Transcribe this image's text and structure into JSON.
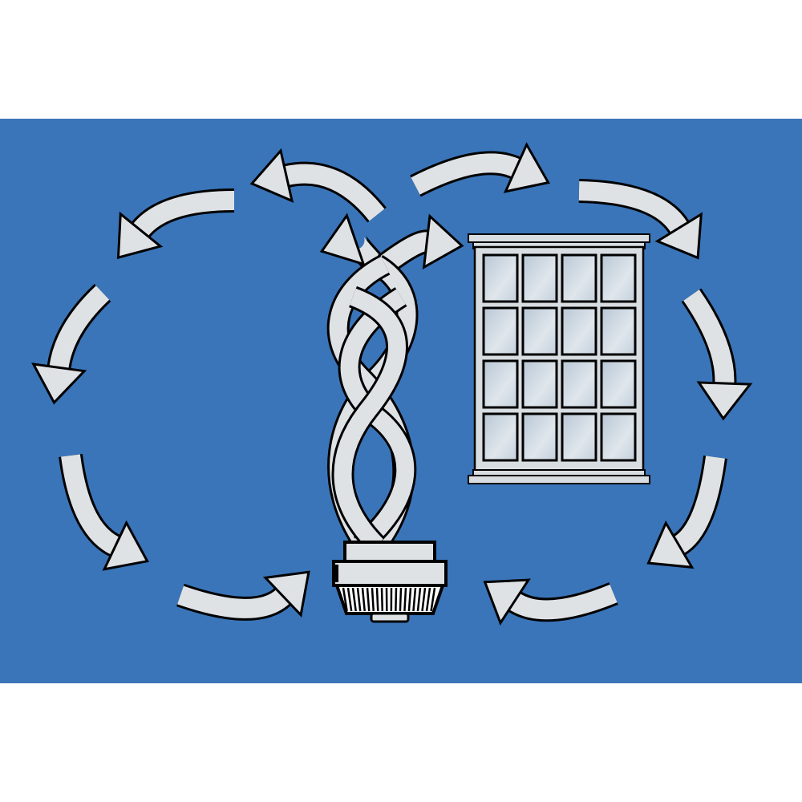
{
  "colors": {
    "background": "#ffffff",
    "panel": "#3a75b9",
    "airflow": "#dfe2e5",
    "outline": "#000000",
    "glass": "#c9d4de",
    "frame": "#d8dde1"
  },
  "diagram": {
    "heater": {
      "icon": "heater-icon"
    },
    "window": {
      "icon": "window-icon",
      "rows": 4,
      "columns": 4
    },
    "airflow_arrows": {
      "icon": "curved-arrow-icon",
      "loops": [
        "left",
        "right"
      ],
      "count": 12
    }
  }
}
